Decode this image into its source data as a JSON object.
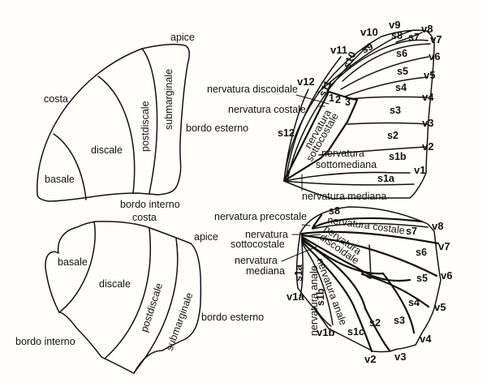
{
  "forewing_zones": {
    "labels": {
      "apice": "apice",
      "costa": "costa",
      "bordo_esterno": "bordo esterno",
      "bordo_interno": "bordo interno",
      "basale": "basale",
      "discale": "discale",
      "postdiscale": "postdiscale",
      "submarginale": "submarginale"
    }
  },
  "hindwing_zones": {
    "labels": {
      "costa": "costa",
      "apice": "apice",
      "bordo_esterno": "bordo esterno",
      "bordo_interno": "bordo interno",
      "basale": "basale",
      "discale": "discale",
      "postdiscale": "postdiscale",
      "submarginale": "submarginale"
    }
  },
  "forewing_venation": {
    "nerve_labels": {
      "discoidale": "nervatura discoidale",
      "costale": "nervatura costale",
      "sottocostale_1": "nervatura",
      "sottocostale_2": "sottocostale",
      "sottomediana_1": "nervatura",
      "sottomediana_2": "sottomediana",
      "mediana": "nervatura mediana"
    },
    "cell_numbers": [
      "1",
      "2",
      "3"
    ],
    "veins": [
      "v1",
      "v2",
      "v3",
      "v4",
      "v5",
      "v6",
      "v7",
      "v8",
      "v9",
      "v10",
      "v11",
      "v12"
    ],
    "spaces": [
      "s1a",
      "s1b",
      "s2",
      "s3",
      "s4",
      "s5",
      "s6",
      "s7",
      "s8",
      "s9",
      "s10",
      "s11",
      "s12"
    ]
  },
  "hindwing_venation": {
    "nerve_labels": {
      "precostale": "nervatura precostale",
      "costale": "nervatura costale",
      "sottocostale_1": "nervatura",
      "sottocostale_2": "sottocostale",
      "discoidale_1": "nervatura",
      "discoidale_2": "discoidale",
      "mediana_1": "nervatura",
      "mediana_2": "mediana",
      "anale_1": "nervatura anale",
      "anale_2": "nervatura anale"
    },
    "veins": [
      "v1a",
      "v1b",
      "v2",
      "v3",
      "v4",
      "v5",
      "v6",
      "v7",
      "v8"
    ],
    "spaces": [
      "s1a",
      "s1b",
      "s1c",
      "s2",
      "s3",
      "s4",
      "s5",
      "s6",
      "s7",
      "s8"
    ]
  }
}
